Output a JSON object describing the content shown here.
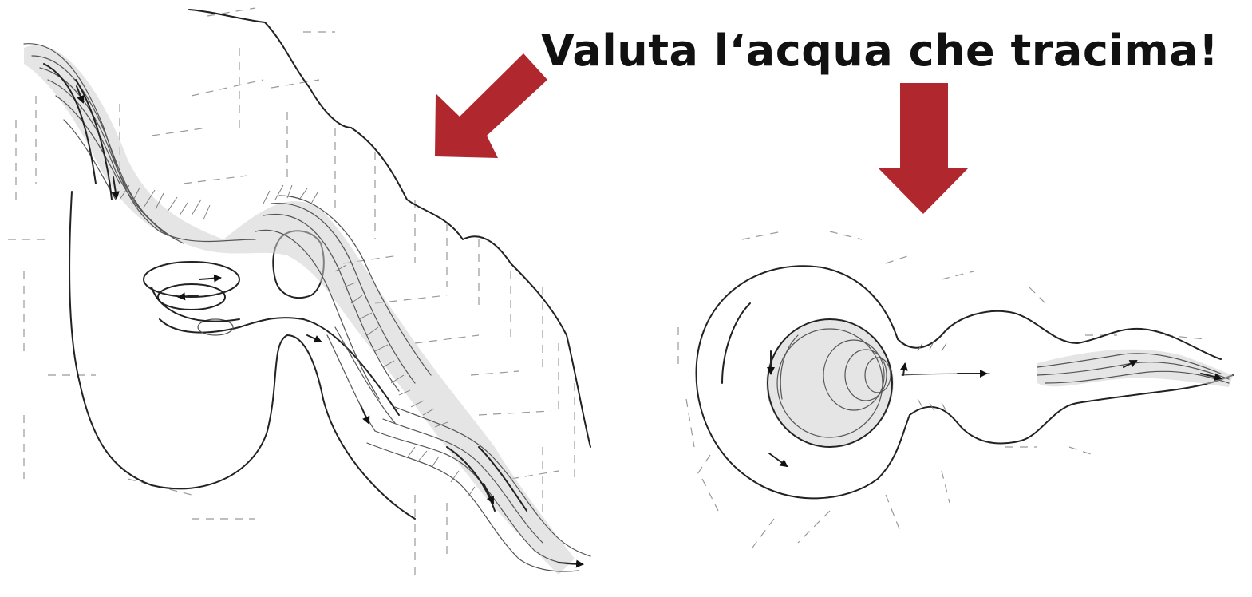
{
  "headline": "Valuta l‘acqua che tracima!",
  "colors": {
    "arrow": "#b0282d",
    "ink": "#222222",
    "background": "#ffffff"
  },
  "figures": {
    "left": {
      "icon": "waterfall-over-rock-wall-sketch"
    },
    "right": {
      "icon": "pool-outflow-circulation-sketch"
    }
  }
}
